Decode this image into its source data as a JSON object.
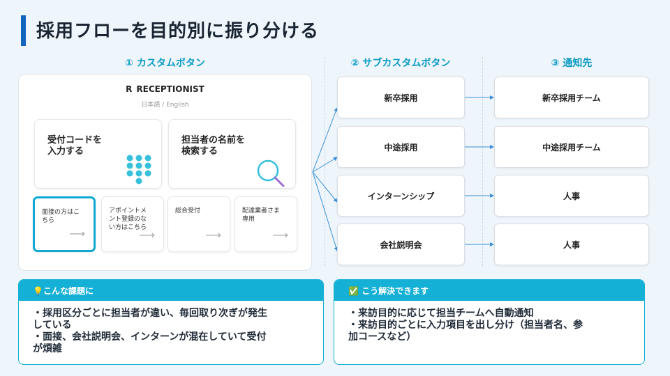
{
  "title": "採用フローを目的別に振り分ける",
  "columns": {
    "custom": "① カスタムボタン",
    "sub": "② サブカスタムボタン",
    "notify": "③ 通知先"
  },
  "kiosk": {
    "logo_mark": "R",
    "logo_text": "RECEPTIONIST",
    "language": "日本語 / English",
    "big_buttons": [
      {
        "label": "受付コードを\n入力する",
        "icon": "keypad-icon"
      },
      {
        "label": "担当者の名前を\n検索する",
        "icon": "search-icon"
      }
    ],
    "small_buttons": [
      {
        "label": "面接の方はこ\nちら",
        "arrow": "⟶"
      },
      {
        "label": "アポイントメ\nント登録のな\nい方はこちら",
        "arrow": "⟶"
      },
      {
        "label": "総合受付",
        "arrow": "⟶"
      },
      {
        "label": "配達業者さま\n専用",
        "arrow": "⟶"
      }
    ]
  },
  "sub_buttons": [
    "新卒採用",
    "中途採用",
    "インターンシップ",
    "会社説明会"
  ],
  "notify_targets": [
    "新卒採用チーム",
    "中途採用チーム",
    "人事",
    "人事"
  ],
  "problem": {
    "header": "💡こんな課題に",
    "body": "・採用区分ごとに担当者が違い、毎回取り次ぎが発生\nしている\n・面接、会社説明会、インターンが混在していて受付\nが煩雑"
  },
  "solution": {
    "header": "✅ こう解決できます",
    "body": "・来訪目的に応じて担当チームへ自動通知\n・来訪目的ごとに入力項目を出し分け（担当者名、参\n加コースなど）"
  },
  "colors": {
    "accent": "#14b0d6",
    "title_bar": "#1565c0",
    "connector": "#3a8fd8",
    "keypad": "#36c0dc"
  }
}
